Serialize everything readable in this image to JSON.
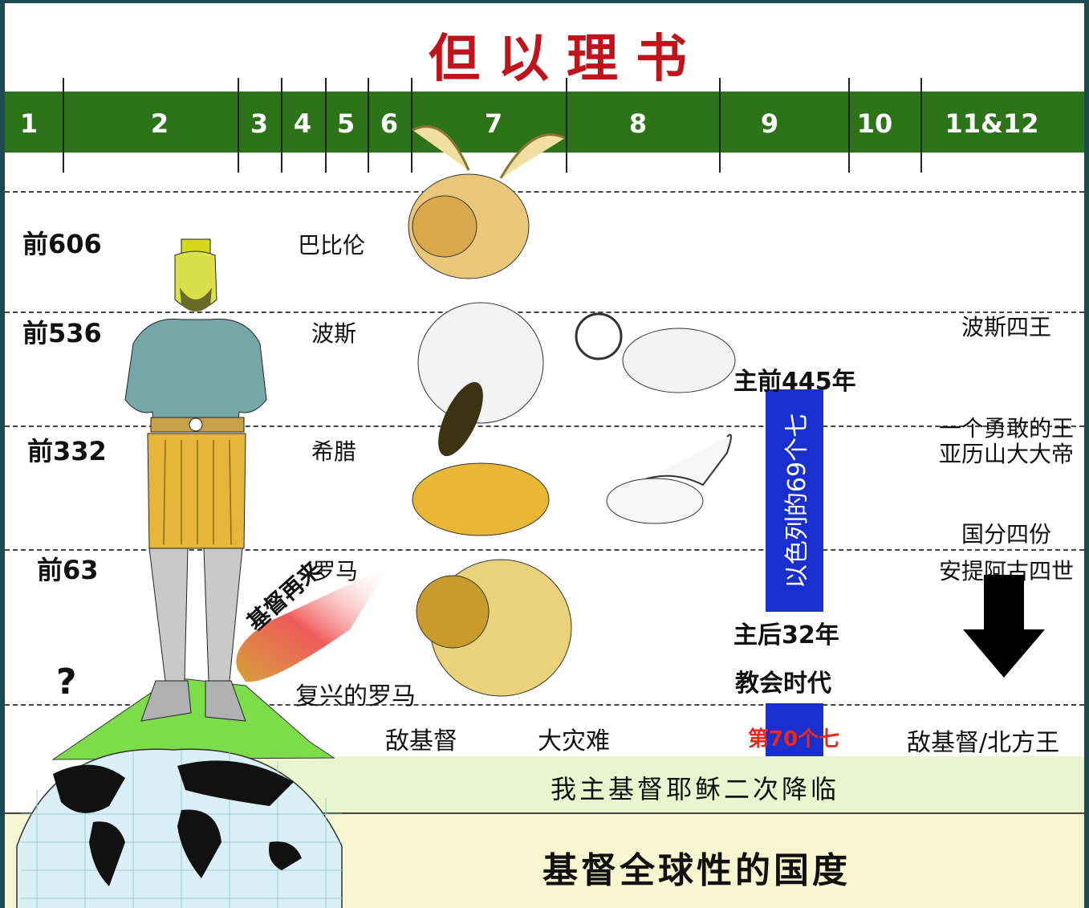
{
  "title": "但以理书",
  "chapters": [
    "1",
    "2",
    "3",
    "4",
    "5",
    "6",
    "7",
    "8",
    "9",
    "10",
    "11&12"
  ],
  "years": [
    "前606",
    "前536",
    "前332",
    "前63"
  ],
  "unknown_mark": "?",
  "empires": [
    "巴比伦",
    "波斯",
    "希腊",
    "罗马",
    "复兴的罗马"
  ],
  "second_coming_meteor": "基督再来",
  "bottom_labels": {
    "antichrist": "敌基督",
    "tribulation": "大灾难"
  },
  "seventy_weeks": {
    "start": "主前445年",
    "vertical": "以色列的69个七",
    "end": "主后32年",
    "church_age": "教会时代",
    "seventieth": "第70个七"
  },
  "chapter11": {
    "persian_kings": "波斯四王",
    "brave_king_1": "一个勇敢的王",
    "brave_king_2": "亚历山大大帝",
    "divided": "国分四份",
    "antiochus": "安提阿古四世",
    "antichrist_north": "敌基督/北方王"
  },
  "return_band": "我主基督耶稣二次降临",
  "kingdom_band": "基督全球性的国度",
  "colors": {
    "title": "#c0141c",
    "chapter_bar": "#2c7319",
    "seventy_weeks": "#1a2fd0",
    "seventieth_text": "#e82a1c"
  }
}
